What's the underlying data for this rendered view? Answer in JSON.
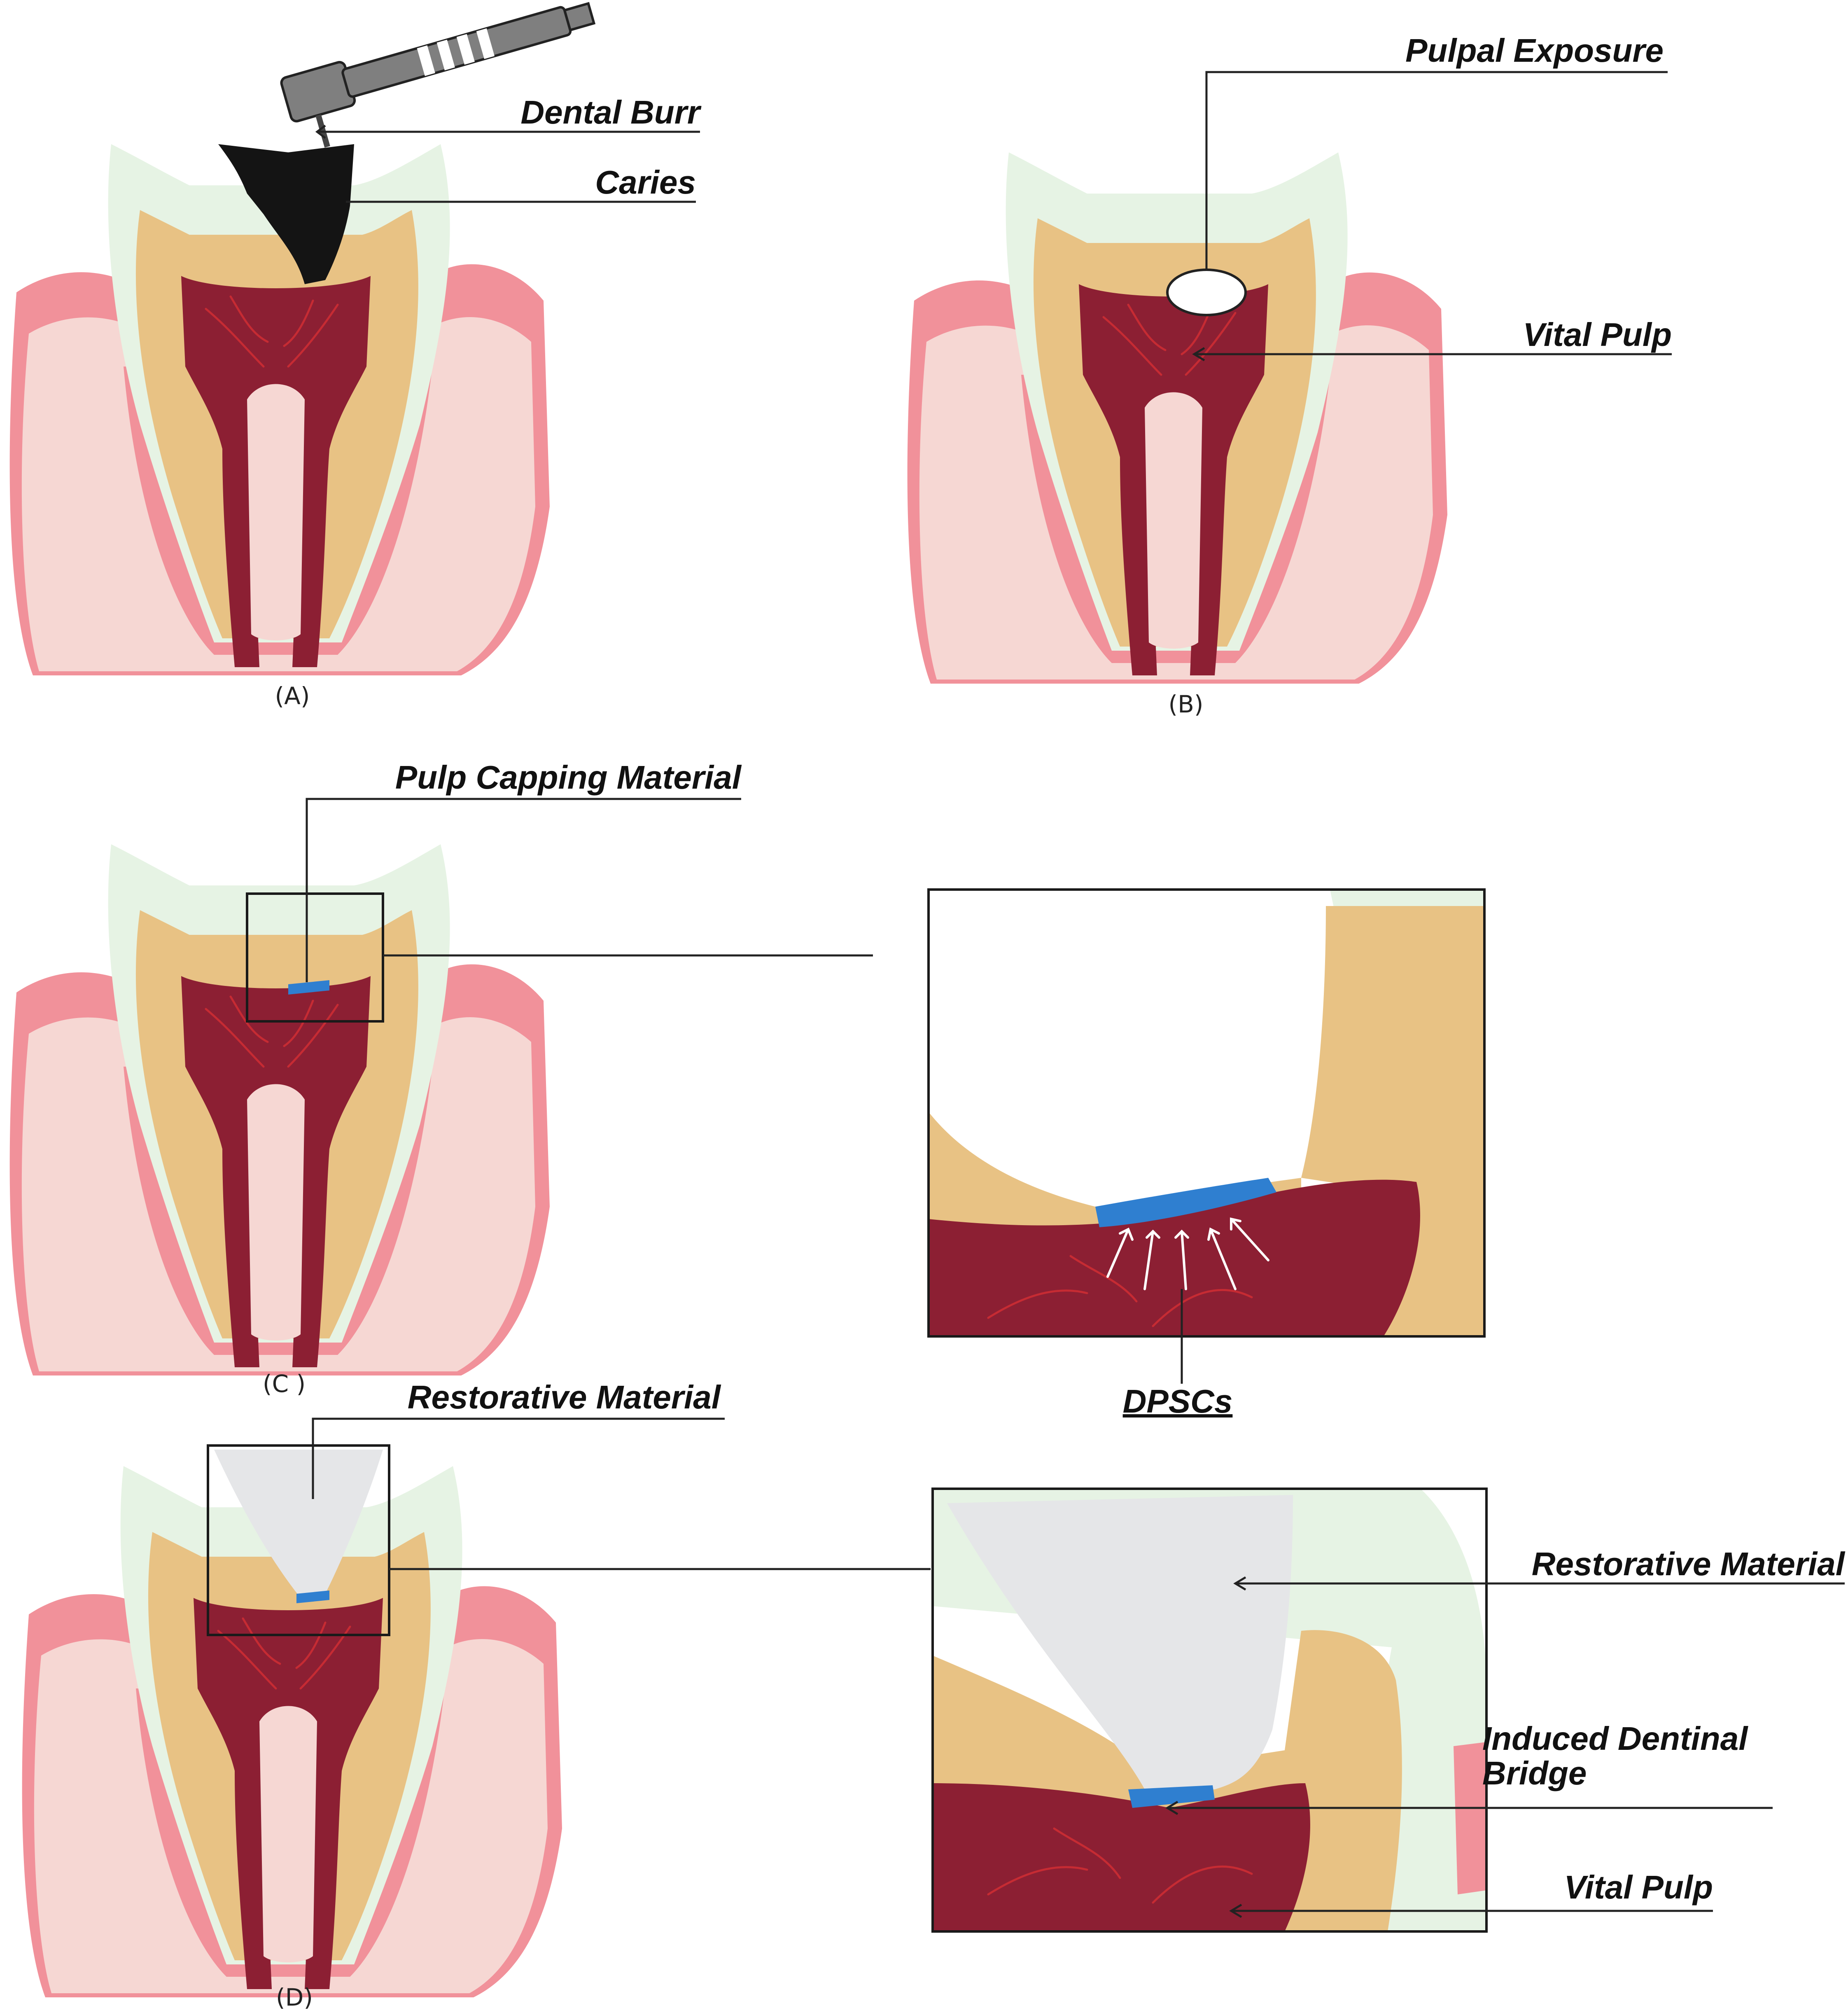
{
  "colors": {
    "gum_pink": "#f1919a",
    "bone": "#f6d7d3",
    "enamel": "#e6f3e4",
    "dentin": "#e8c284",
    "pulp": "#8c1f33",
    "caries": "#141414",
    "capping": "#2f7fd0",
    "restorative": "#e5e6e8",
    "burr_grey": "#7f7f7f"
  },
  "icons": [
    "dental-burr-icon",
    "tooth-icon"
  ],
  "panels": [
    {
      "caption": "(A)",
      "labels": [
        "Dental Burr",
        "Caries"
      ]
    },
    {
      "caption": "(B)",
      "labels": [
        "Pulpal Exposure",
        "Vital Pulp"
      ]
    },
    {
      "caption": "(C )",
      "labels": [
        "Pulp Capping Material",
        "DPSCs"
      ]
    },
    {
      "caption": "(D)",
      "labels": [
        "Restorative Material",
        "Restorative Material",
        "Induced Dentinal Bridge",
        "Vital Pulp"
      ]
    }
  ]
}
